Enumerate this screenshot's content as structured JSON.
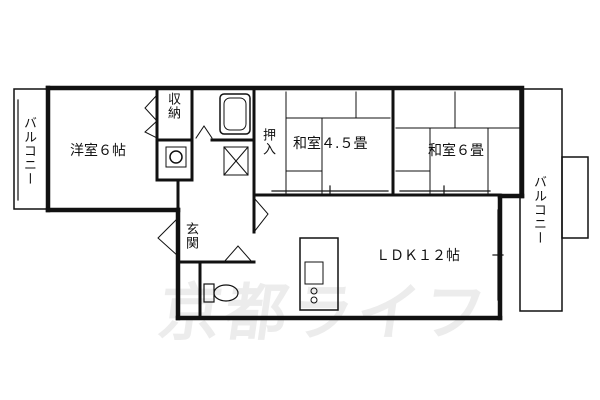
{
  "rooms": {
    "western_room": "洋室６帖",
    "japanese_room_small": "和室４.５畳",
    "japanese_room_large": "和室６畳",
    "ldk": "ＬＤＫ１２帖",
    "storage": "収納",
    "closet": "押入",
    "entrance": "玄関",
    "balcony_left": "バルコニー",
    "balcony_right": "バルコニー"
  },
  "watermark": "京都ライフ"
}
